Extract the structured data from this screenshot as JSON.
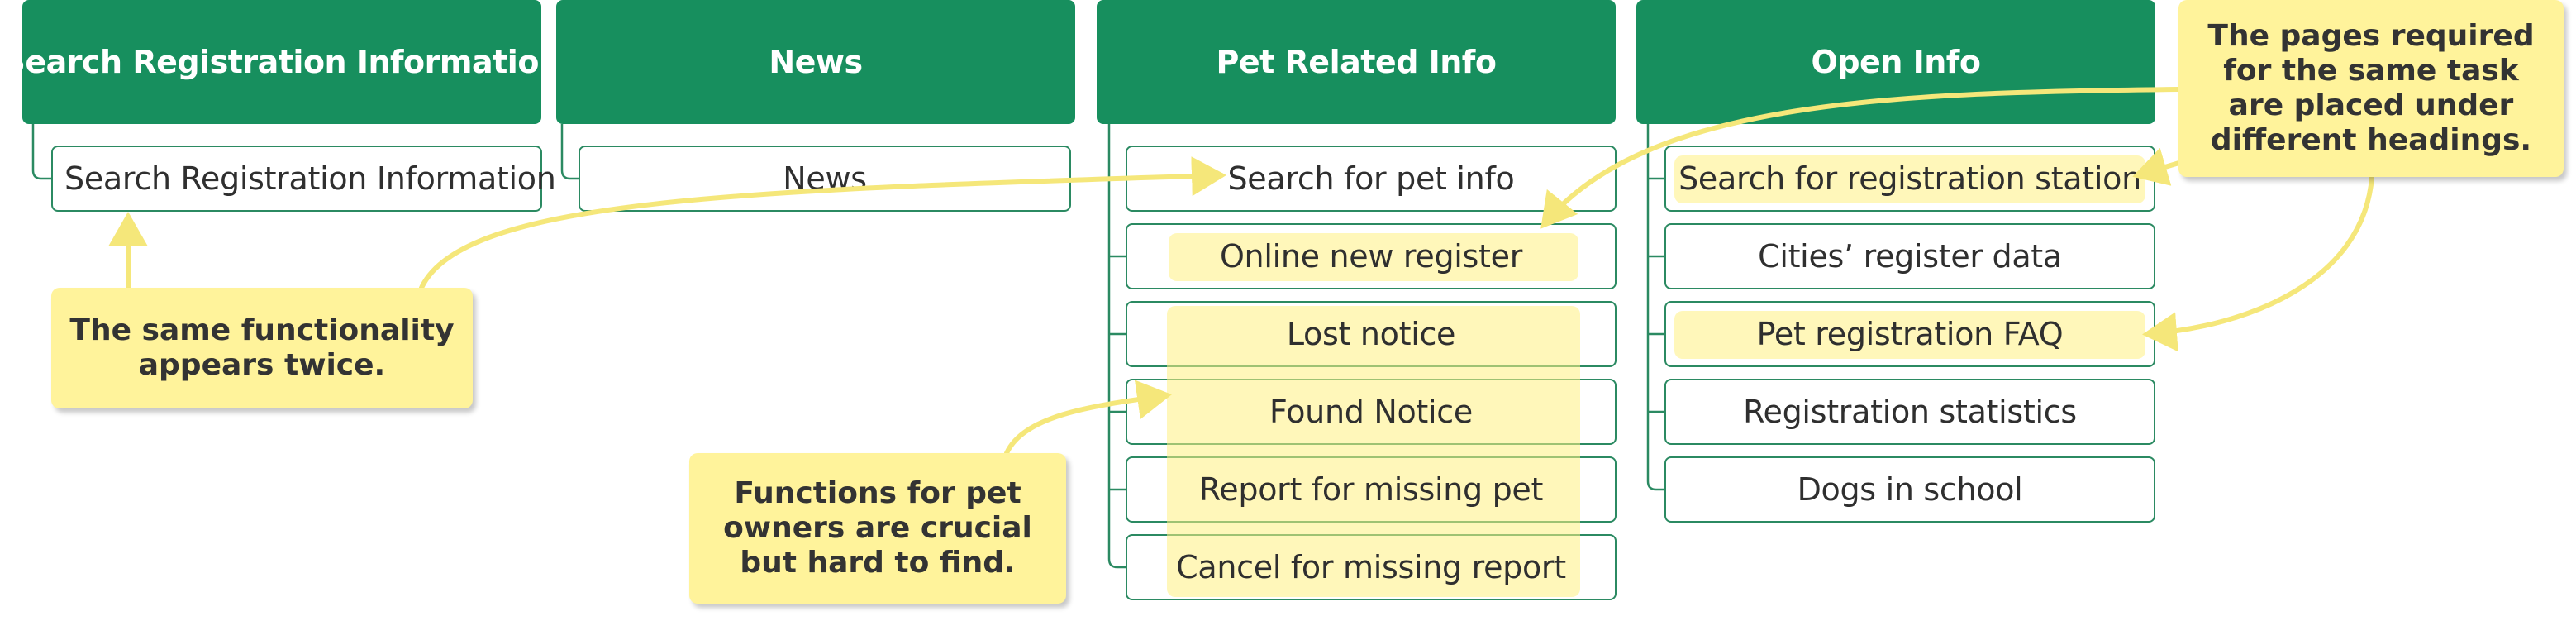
{
  "columns": [
    {
      "header": "Search Registration Information",
      "items": [
        "Search Registration Information"
      ]
    },
    {
      "header": "News",
      "items": [
        "News"
      ]
    },
    {
      "header": "Pet Related Info",
      "items": [
        "Search for pet info",
        "Online new register",
        "Lost notice",
        "Found Notice",
        "Report for missing pet",
        "Cancel for missing report"
      ]
    },
    {
      "header": "Open Info",
      "items": [
        "Search for registration station",
        "Cities’ register data",
        "Pet registration FAQ",
        "Registration statistics",
        "Dogs in school"
      ]
    }
  ],
  "callouts": {
    "same_functionality": "The same functionality\nappears twice.",
    "pet_owners": "Functions for pet\nowners are crucial\nbut hard to find.",
    "different_headings": "The pages required\nfor the same task\nare placed under\ndifferent headings."
  },
  "colors": {
    "header_green": "#178f5e",
    "item_border": "#2b8a62",
    "callout_yellow": "#fff39b",
    "highlight_yellow": "#fff082",
    "arrow_yellow": "#f5e77a"
  }
}
